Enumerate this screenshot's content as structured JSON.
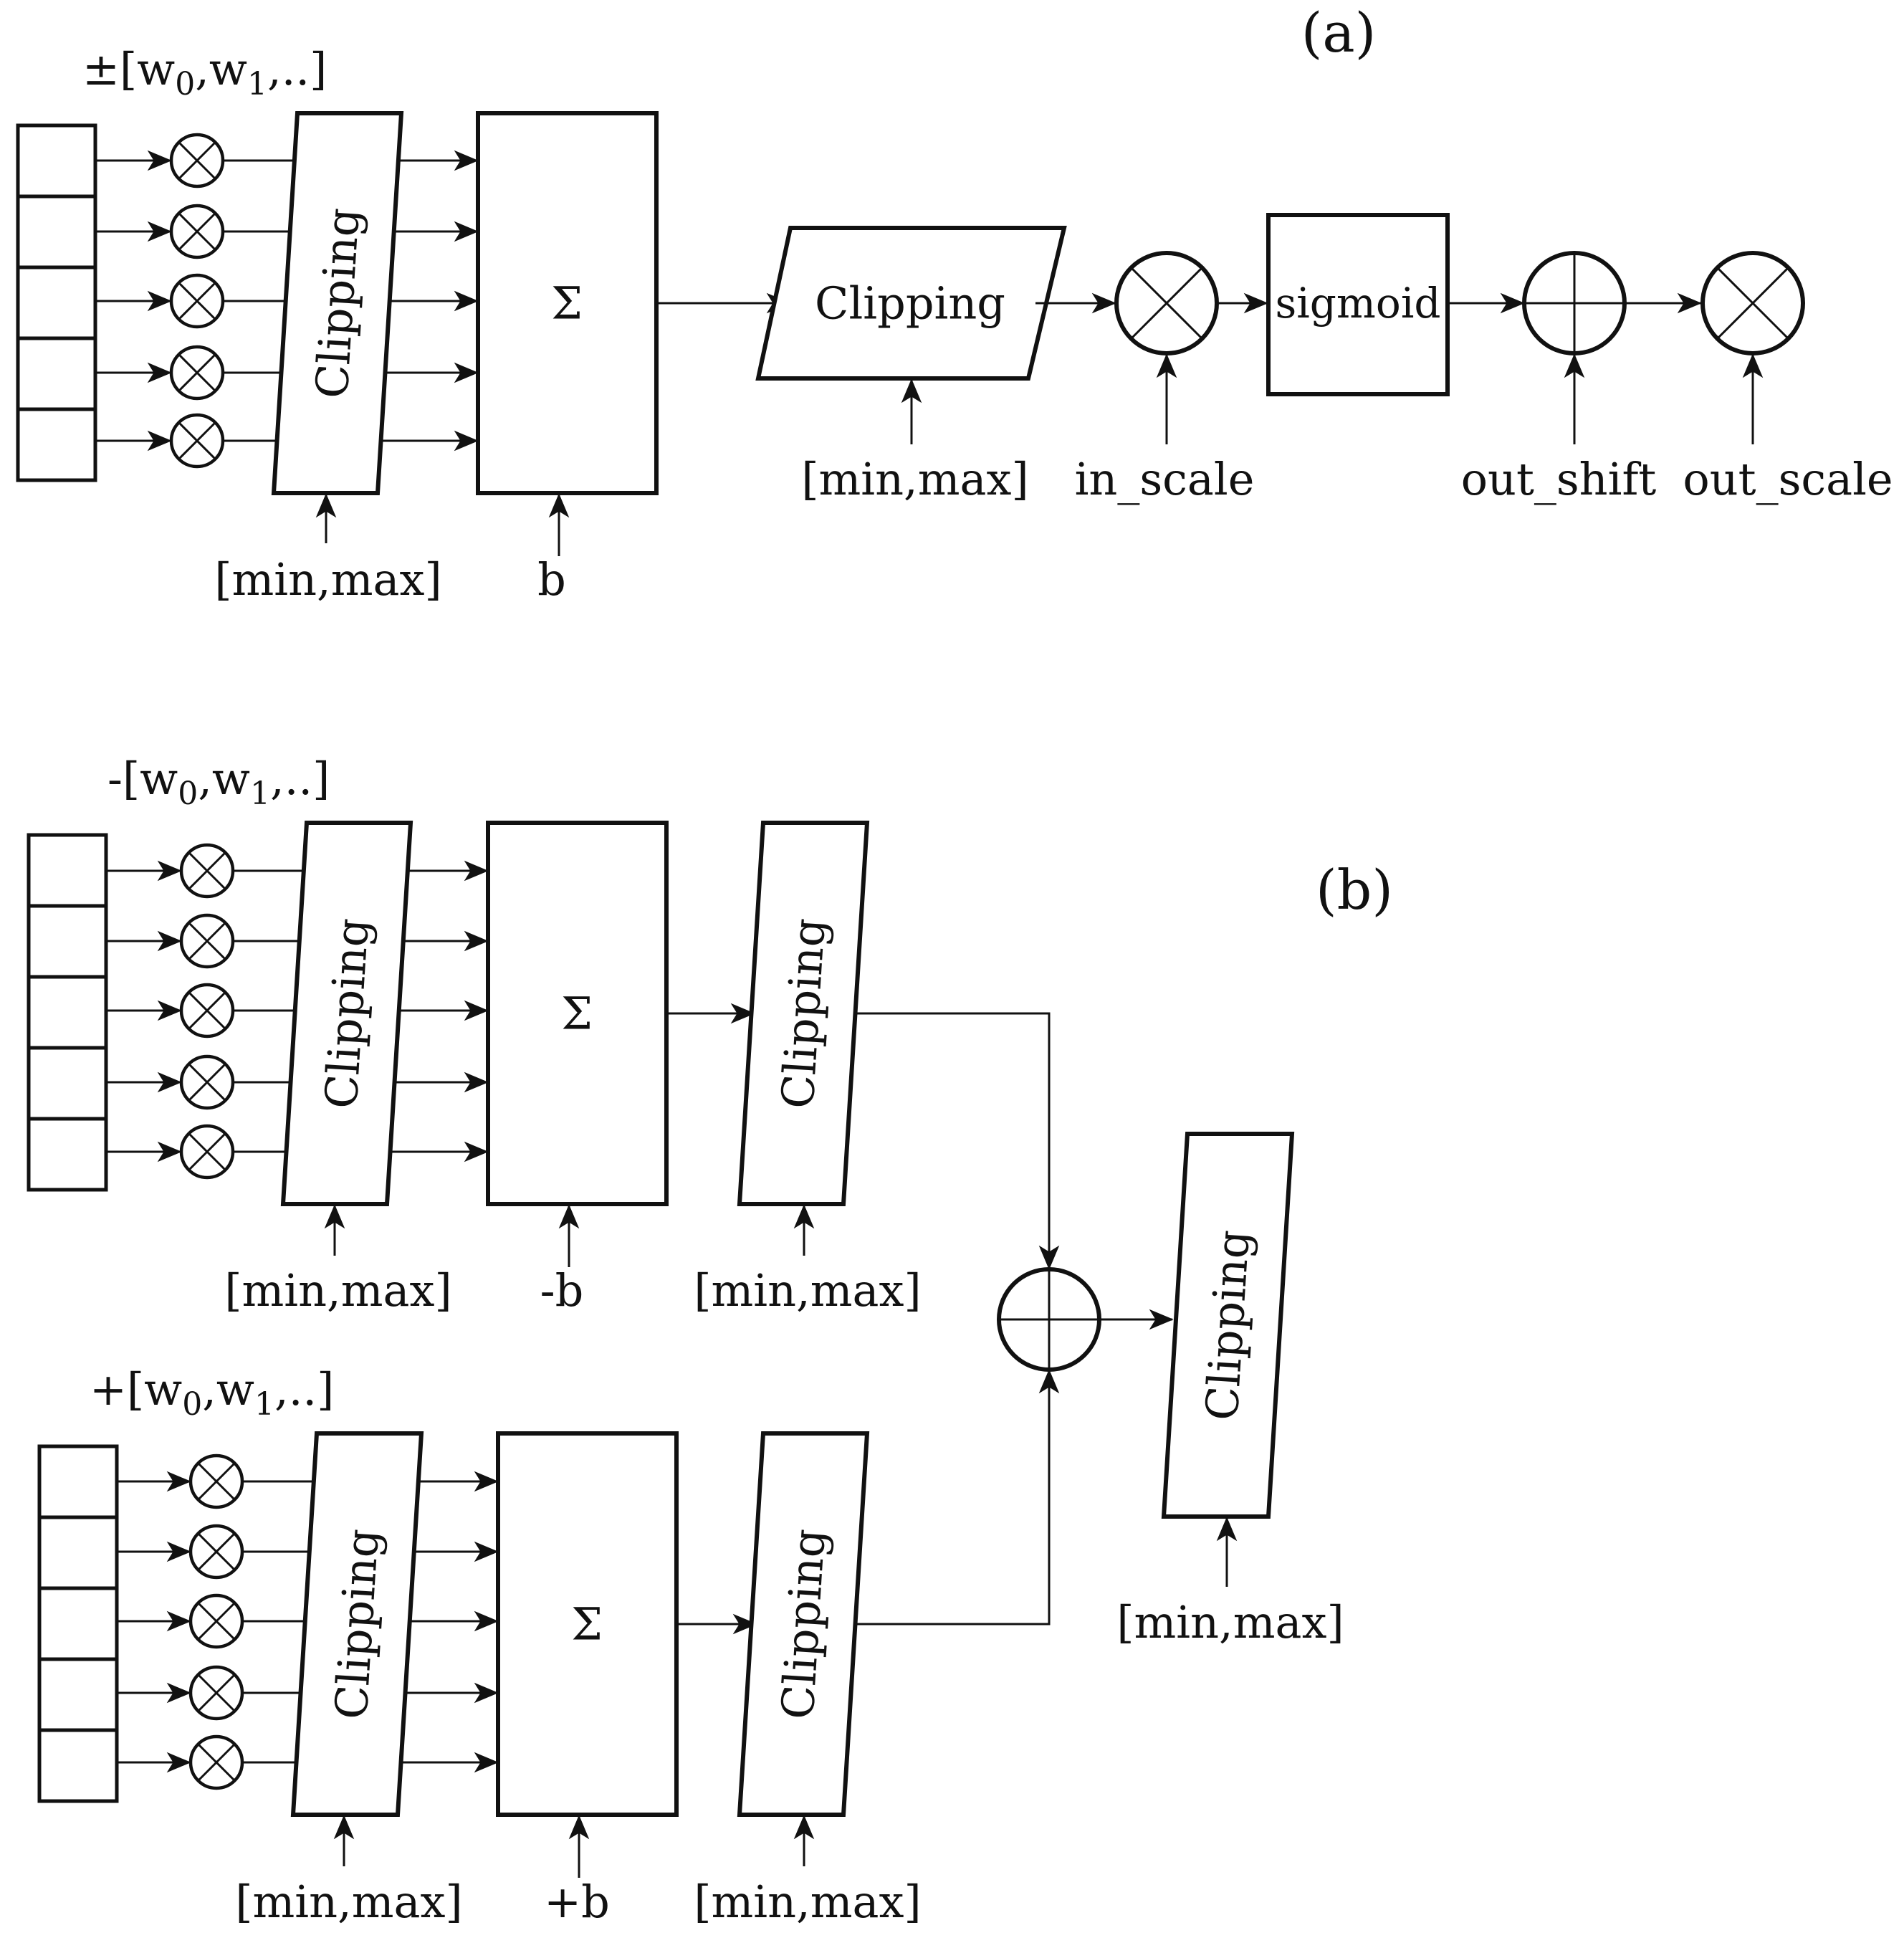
{
  "panel_a": {
    "label": "(a)",
    "weights": "±[w0,w1,..]",
    "clip1_text": "Clipping",
    "clip1_param": "[min,max]",
    "sum_text": "Σ",
    "sum_param": "b",
    "clip2_text": "Clipping",
    "clip2_param": "[min,max]",
    "in_scale": "in_scale",
    "sigmoid": "sigmoid",
    "out_shift": "out_shift",
    "out_scale": "out_scale"
  },
  "panel_b": {
    "label": "(b)",
    "top": {
      "weights": "-[w0,w1,..]",
      "clip1_text": "Clipping",
      "clip1_param": "[min,max]",
      "sum_text": "Σ",
      "bias": "-b",
      "clip2_text": "Clipping",
      "clip2_param": "[min,max]"
    },
    "bottom": {
      "weights": "+[w0,w1,..]",
      "clip1_text": "Clipping",
      "clip1_param": "[min,max]",
      "sum_text": "Σ",
      "bias": "+b",
      "clip2_text": "Clipping",
      "clip2_param": "[min,max]"
    },
    "final_clip_text": "Clipping",
    "final_clip_param": "[min,max]"
  }
}
